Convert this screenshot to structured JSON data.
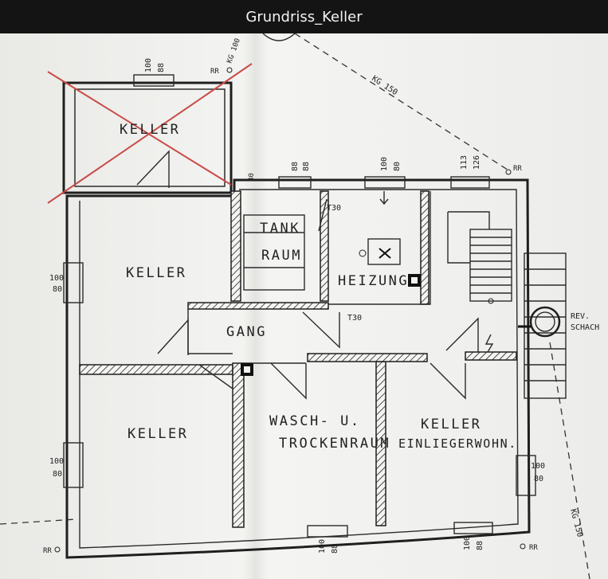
{
  "window": {
    "title": "Grundriss_Keller"
  },
  "plan": {
    "rooms": {
      "keller_crossed": "KELLER",
      "keller_left_upper": "KELLER",
      "keller_left_lower": "KELLER",
      "tank_line1": "TANK",
      "tank_line2": "RAUM",
      "heizung": "HEIZUNG",
      "gang": "GANG",
      "wasch_line1": "WASCH- U.",
      "wasch_line2": "TROCKENRAUM",
      "einlieger_line1": "KELLER",
      "einlieger_line2": "EINLIEGERWOHN."
    },
    "doors": {
      "t30_upper": "T30",
      "t30_lower": "T30"
    },
    "annotations": {
      "rev_line1": "REV.",
      "rev_line2": "SCHACH",
      "kg150_top": "KG 150",
      "kg150_right": "KG 150",
      "kg100": "KG 100",
      "rr": "RR"
    },
    "window_dims": {
      "top_crossed": [
        "100",
        "88"
      ],
      "top_mid1": [
        "88",
        "88"
      ],
      "top_mid2": [
        "100",
        "80"
      ],
      "top_right": [
        "113",
        "126"
      ],
      "left_upper": [
        "100",
        "80"
      ],
      "left_lower": [
        "100",
        "80"
      ],
      "right_side": [
        "100",
        "80"
      ],
      "bottom_mid": [
        "100",
        "88"
      ],
      "bottom_right": [
        "100",
        "88"
      ],
      "tank_wall": "80"
    }
  }
}
